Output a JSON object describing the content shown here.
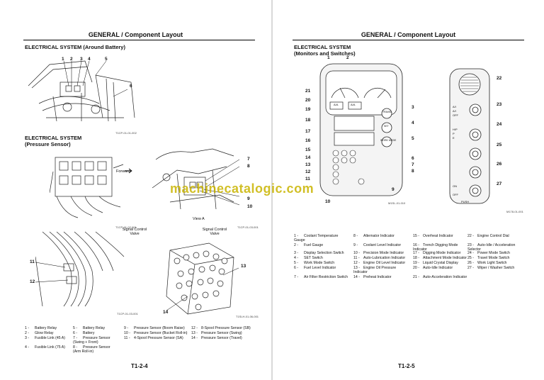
{
  "watermark": "machinecatalogic.com",
  "left": {
    "header": "GENERAL / Component Layout",
    "battery": {
      "title": "ELECTRICAL SYSTEM (Around Battery)",
      "callouts": [
        "1",
        "2",
        "3",
        "4",
        "5",
        "6"
      ],
      "fig": "T1CP-01-01-002"
    },
    "pressure": {
      "title1": "ELECTRICAL SYSTEM",
      "title2": "(Pressure Sensor)",
      "forward": "Forward",
      "view_a": "View A",
      "callouts": [
        "7",
        "8",
        "9",
        "10",
        "11",
        "12",
        "13",
        "14"
      ],
      "fig1": "T1CP-01-02-001",
      "fig2": "T1CP-01-03-001",
      "fig3": "T1CP-01-03-001",
      "fig4": "T1SLH-01-06-001",
      "signal_valve_l": "Signal Control Valve",
      "signal_valve_r": "Signal Control Valve"
    },
    "legend": [
      [
        "1 -",
        "Battery Relay"
      ],
      [
        "2 -",
        "Glow Relay"
      ],
      [
        "3 -",
        "Fusible Link (45 A)"
      ],
      [
        "4 -",
        "Fusible Link (75 A)"
      ],
      [
        "5 -",
        "Battery Relay"
      ],
      [
        "6 -",
        "Battery"
      ],
      [
        "7 -",
        "Pressure Sensor (Swing + Front)"
      ],
      [
        "8 -",
        "Pressure Sensor (Arm Roll-in)"
      ],
      [
        "9 -",
        "Pressure Sensor (Boom Raise)"
      ],
      [
        "10 -",
        "Pressure Sensor (Bucket Roll-in)"
      ],
      [
        "11 -",
        "4-Spool Pressure Sensor (SA)"
      ],
      [
        "12 -",
        "8-Spool Pressure Sensor (SB)"
      ],
      [
        "13 -",
        "Pressure Sensor (Swing)"
      ],
      [
        "14 -",
        "Pressure Sensor (Travel)"
      ]
    ],
    "footer": "T1-2-4"
  },
  "right": {
    "header": "GENERAL / Component Layout",
    "title1": "ELECTRICAL SYSTEM",
    "title2": "(Monitors and Switches)",
    "callouts": [
      "1",
      "2",
      "3",
      "4",
      "5",
      "6",
      "7",
      "8",
      "9",
      "10",
      "11",
      "12",
      "13",
      "14",
      "15",
      "16",
      "17",
      "18",
      "19",
      "20",
      "21",
      "22",
      "23",
      "24",
      "25",
      "26",
      "27"
    ],
    "monitor_labels": [
      "A/A",
      "A/A",
      "TRAVEL",
      "SET",
      "WORK MODE"
    ],
    "switch_labels": [
      "A/I",
      "A/I",
      "OFF",
      "H/P",
      "P",
      "E",
      "ON",
      "OFF",
      "PUSH"
    ],
    "fig1": "M1SL-01-010",
    "fig2": "M178-01-001",
    "legend": [
      [
        "1 -",
        "Coolant Temperature Gauge"
      ],
      [
        "2 -",
        "Fuel Gauge"
      ],
      [
        "3 -",
        "Display Selection Switch"
      ],
      [
        "4 -",
        "SET Switch"
      ],
      [
        "5 -",
        "Work Mode Switch"
      ],
      [
        "6 -",
        "Fuel Level Indicator"
      ],
      [
        "7 -",
        "Air Filter Restriction Switch"
      ],
      [
        "8 -",
        "Alternator Indicator"
      ],
      [
        "9 -",
        "Coolant Level Indicator"
      ],
      [
        "10 -",
        "Precision Mode Indicator"
      ],
      [
        "11 -",
        "Auto-Lubrication Indicator"
      ],
      [
        "12 -",
        "Engine Oil Level Indicator"
      ],
      [
        "13 -",
        "Engine Oil Pressure Indicator"
      ],
      [
        "14 -",
        "Preheat Indicator"
      ],
      [
        "15 -",
        "Overheat Indicator"
      ],
      [
        "16 -",
        "Trench Digging Mode Indicator"
      ],
      [
        "17 -",
        "Digging Mode Indicator"
      ],
      [
        "18 -",
        "Attachment Mode Indicator"
      ],
      [
        "19 -",
        "Liquid Crystal Display"
      ],
      [
        "20 -",
        "Auto-Idle Indicator"
      ],
      [
        "21 -",
        "Auto-Acceleration Indicator"
      ],
      [
        "22 -",
        "Engine Control Dial"
      ],
      [
        "23 -",
        "Auto-Idle / Acceleration Selector"
      ],
      [
        "24 -",
        "Power Mode Switch"
      ],
      [
        "25 -",
        "Travel Mode Switch"
      ],
      [
        "26 -",
        "Work Light Switch"
      ],
      [
        "27 -",
        "Wiper / Washer Switch"
      ]
    ],
    "footer": "T1-2-5"
  }
}
